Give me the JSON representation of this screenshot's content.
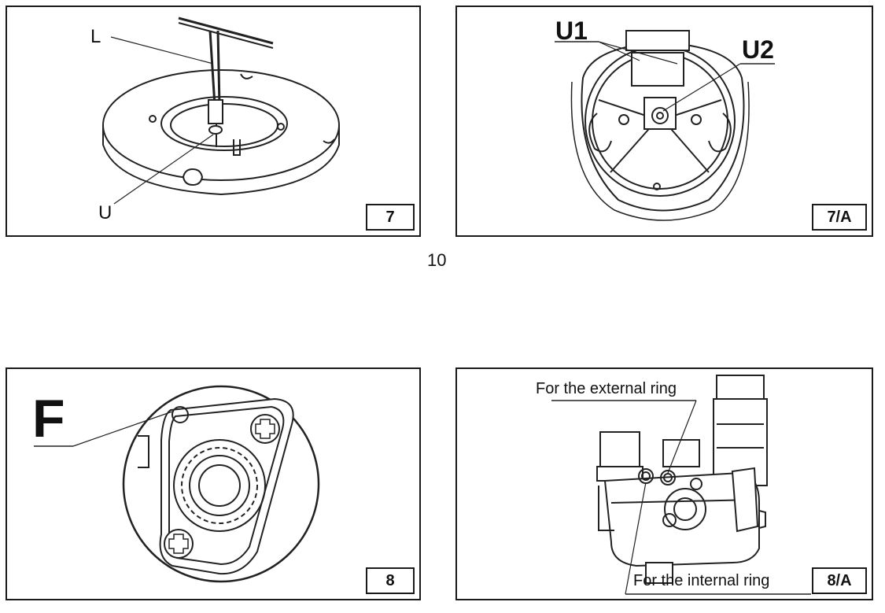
{
  "page_number": "10",
  "figures": [
    {
      "id": "7",
      "tag": "7",
      "labels": [
        "L",
        "U"
      ]
    },
    {
      "id": "7/A",
      "tag": "7/A",
      "labels": [
        "U1",
        "U2"
      ]
    },
    {
      "id": "8",
      "tag": "8",
      "labels": [
        "F"
      ]
    },
    {
      "id": "8/A",
      "tag": "8/A",
      "labels": [
        "For the external ring",
        "For the internal ring"
      ]
    }
  ]
}
